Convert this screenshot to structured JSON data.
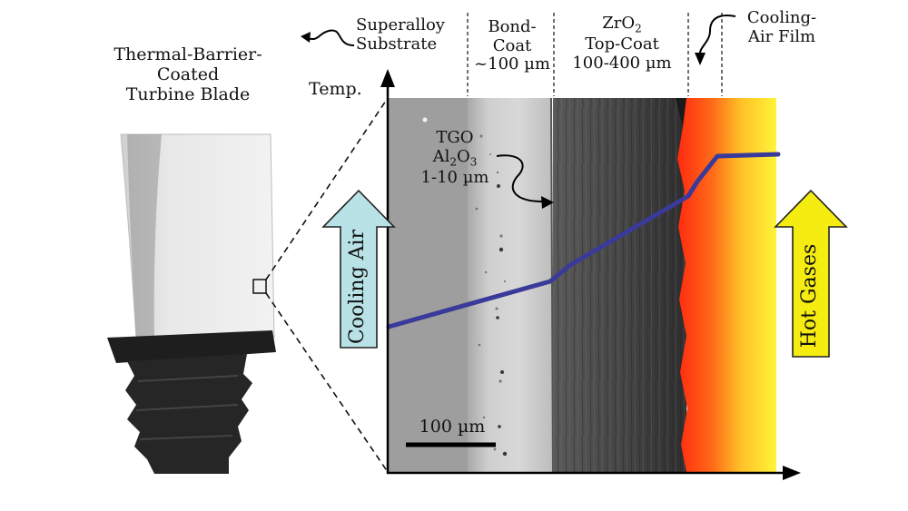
{
  "blade_label": [
    "Thermal-Barrier-",
    "Coated",
    "Turbine Blade"
  ],
  "substrate_label": [
    "Superalloy",
    "Substrate"
  ],
  "bondcoat_label": [
    "Bond-",
    "Coat",
    "~100 µm"
  ],
  "topcoat_label": {
    "main": "ZrO",
    "sub": "2",
    "line2": "Top-Coat",
    "line3": "100-400 µm"
  },
  "film_label": [
    "Cooling-",
    "Air Film"
  ],
  "axis_label": "Temp.",
  "tgo_label": {
    "line1": "TGO",
    "main": "Al",
    "sub1": "2",
    "mid": "O",
    "sub2": "3",
    "line3": "1-10 µm"
  },
  "cooling_air_label": "Cooling Air",
  "hot_gases_label": "Hot Gases",
  "scale_bar_label": "100 µm",
  "colors": {
    "cooling_air_arrow": "#b8e2e6",
    "hot_gases_arrow": "#f5ec12",
    "temperature_line": "#3a3a9a",
    "flame_red": "#ff3a10",
    "flame_yellow": "#fff23a"
  }
}
